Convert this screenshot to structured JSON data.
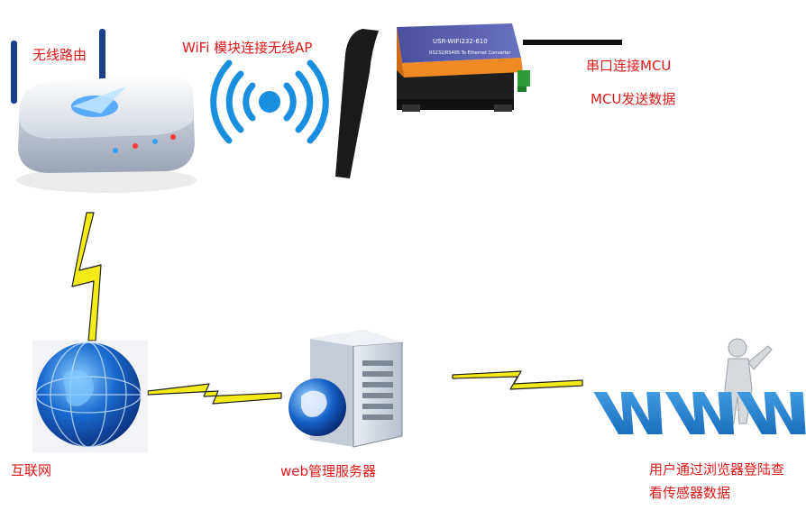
{
  "labels": {
    "router": "无线路由",
    "wifi_module": "WiFi 模块连接无线AP",
    "serial": "串口连接MCU",
    "mcu_send": "MCU发送数据",
    "internet": "互联网",
    "server": "web管理服务器",
    "user_line1": "用户通过浏览器登陆查",
    "user_line2": "看传感器数据"
  },
  "device": {
    "brand": "USR-WIFI232-610",
    "subtitle": "RS232/RS485  To  Ethernet  Converter",
    "www_letters": "www"
  },
  "colors": {
    "label_red": "#e01818",
    "wifi_blue": "#1a8fe0",
    "bolt_yellow": "#f4ea18",
    "converter_orange": "#f08a24",
    "converter_purple": "#5a5fae",
    "www_blue": "#2a8ad8"
  },
  "icons": [
    "router-icon",
    "wifi-signal-icon",
    "antenna-icon",
    "converter-icon",
    "serial-arrow-icon",
    "globe-icon",
    "server-icon",
    "www-person-icon",
    "lightning-bolt-icon"
  ]
}
